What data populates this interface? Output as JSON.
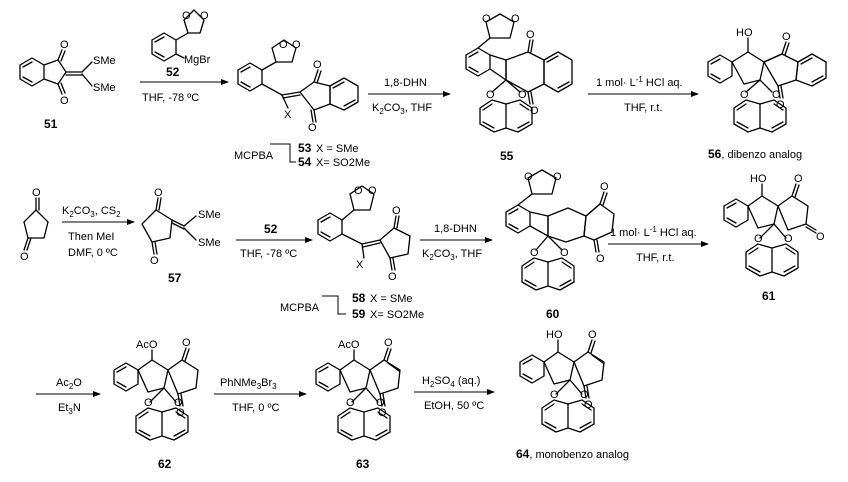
{
  "compounds": {
    "c51": "51",
    "c52": "52",
    "c53": "53",
    "c54": "54",
    "c55": "55",
    "c56": "56",
    "c56_suffix": ", dibenzo analog",
    "c57": "57",
    "c58": "58",
    "c59": "59",
    "c60": "60",
    "c61": "61",
    "c62": "62",
    "c63": "63",
    "c64": "64",
    "c64_suffix": ", monobenzo analog"
  },
  "atoms": {
    "SMe": "SMe",
    "O": "O",
    "MgBr": "MgBr",
    "X": "X",
    "HO": "HO",
    "AcO": "AcO"
  },
  "substituents": {
    "x_smes": "X = SMe",
    "x_so2me": "X= SO2Me",
    "mcpba": "MCPBA"
  },
  "conditions": {
    "thf_-78": "THF, -78 ºC",
    "dhn": "1,8-DHN",
    "k2co3_thf": "K",
    "k2co3_thf_sub": "2",
    "k2co3_thf_rest": "CO",
    "k2co3_thf_sub2": "3",
    "k2co3_thf_tail": ", THF",
    "hcl_a": "1 mol· L",
    "hcl_sup": "-1",
    "hcl_b": " HCl aq.",
    "thf_rt": "THF, r.t.",
    "k2co3_cs2_a": "K",
    "k2co3_cs2_sub": "2",
    "k2co3_cs2_b": "CO",
    "k2co3_cs2_sub2": "3",
    "k2co3_cs2_c": ", CS",
    "k2co3_cs2_sub3": "2",
    "then_mei": "Then MeI",
    "dmf_0": "DMF, 0 ºC",
    "ac2o_a": "Ac",
    "ac2o_sub": "2",
    "ac2o_b": "O",
    "et3n_a": "Et",
    "et3n_sub": "3",
    "et3n_b": "N",
    "phnme3br3_a": "PhNMe",
    "phnme3br3_sub": "3",
    "phnme3br3_b": "Br",
    "phnme3br3_sub2": "3",
    "thf_0": "THF, 0 ºC",
    "h2so4_a": "H",
    "h2so4_sub": "2",
    "h2so4_b": "SO",
    "h2so4_sub2": "4",
    "h2so4_c": " (aq.)",
    "etoh_50": "EtOH, 50 ºC"
  }
}
